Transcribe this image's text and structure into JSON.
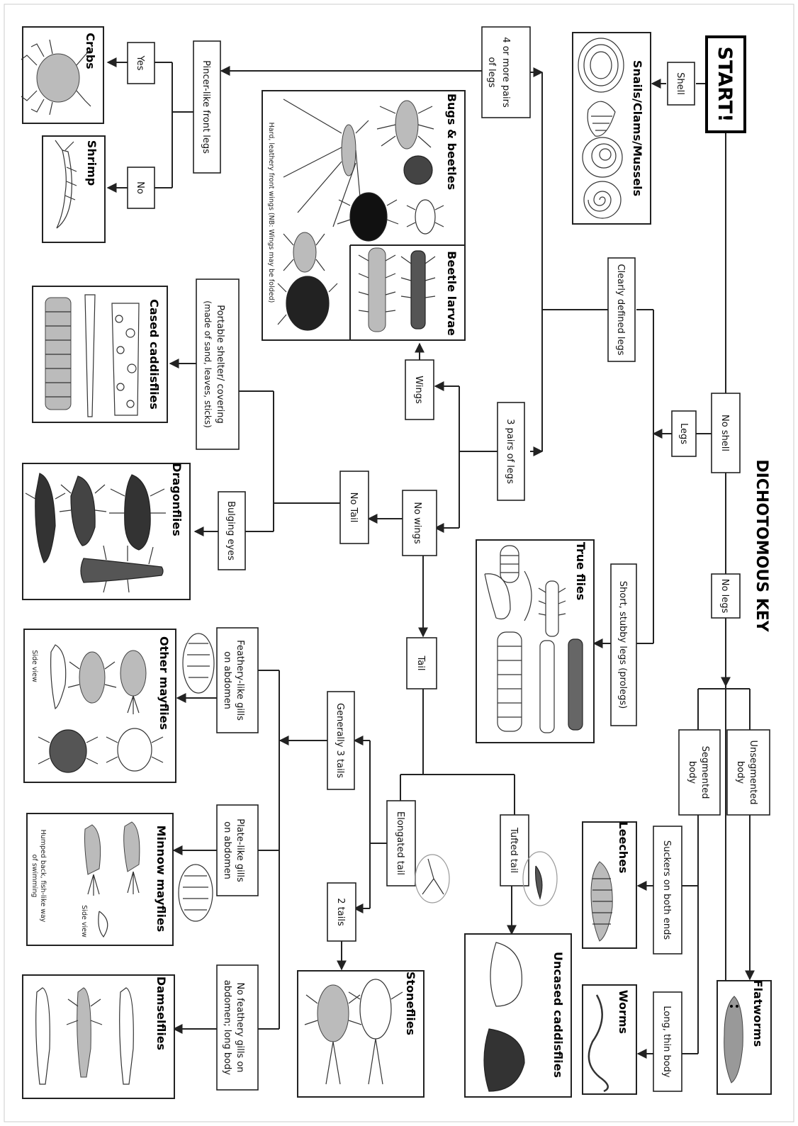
{
  "title": "DICHOTOMOUS KEY",
  "start": "START!",
  "decisions": {
    "shell": "Shell",
    "no_shell": "No shell",
    "legs": "Legs",
    "no_legs": "No legs",
    "clearly_defined_legs": "Clearly defined legs",
    "stubby_legs": "Short, stubby legs (prolegs)",
    "four_pairs": [
      "4 or more pairs",
      "of legs"
    ],
    "three_pairs": "3 pairs of legs",
    "pincer": "Pincer-like front legs",
    "yes": "Yes",
    "no": "No",
    "wings": "Wings",
    "no_wings": "No wings",
    "no_tail": "No Tail",
    "tail": "Tail",
    "portable_shelter": [
      "Portable shelter/ covering",
      "(made of sand, leaves, sticks)"
    ],
    "bulging_eyes": "Bulging eyes",
    "generally_3_tails": "Generally 3 tails",
    "elongated_tail": "Elongated tail",
    "tufted_tail": "Tufted tail",
    "two_tails": "2 tails",
    "feathery_gills": [
      "Feathery-like gills",
      "on abdomen"
    ],
    "plate_gills": [
      "Plate-like gills",
      "on abdomen"
    ],
    "no_feathery_gills": [
      "No feathery gills on",
      "abdomen; long body"
    ],
    "unsegmented": [
      "Unsegmented",
      "body"
    ],
    "segmented": [
      "Segmented",
      "body"
    ],
    "suckers": "Suckers on both ends",
    "long_thin": "Long, thin body"
  },
  "groups": {
    "snails": "Snails/Clams/Mussels",
    "crabs": "Crabs",
    "shrimp": "Shrimp",
    "bugs_beetles": "Bugs & beetles",
    "bugs_note": "Hard, leathery front wings (NB: Wings may be folded)",
    "beetle_larvae": "Beetle larvae",
    "cased_caddisflies": "Cased caddisflies",
    "dragonflies": "Dragonflies",
    "true_flies": "True flies",
    "other_mayflies": "Other mayflies",
    "side_view_1": "Side view",
    "minnow_mayflies": "Minnow mayflies",
    "minnow_note": [
      "Humped back, fish-like way",
      "of swimming"
    ],
    "side_view_2": "Side view",
    "damselflies": "Damselflies",
    "stoneflies": "Stoneflies",
    "uncased_caddisflies": "Uncased caddisflies",
    "leeches": "Leeches",
    "worms": "Worms",
    "flatworms": "Flatworms"
  }
}
